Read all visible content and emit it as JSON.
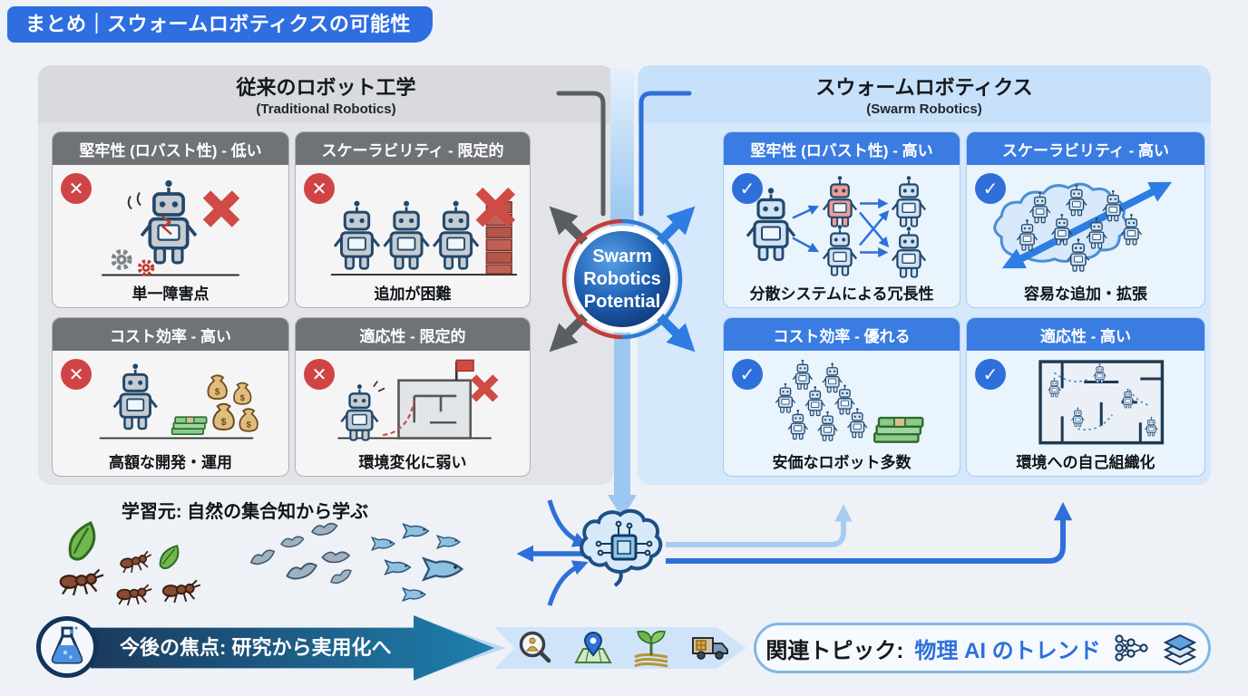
{
  "page_title": "まとめ｜スウォームロボティクスの可能性",
  "center_badge": {
    "lines": [
      "Swarm",
      "Robotics",
      "Potential"
    ]
  },
  "left_panel": {
    "title": "従来のロボット工学",
    "subtitle": "(Traditional Robotics)",
    "status_symbol": "✕",
    "cards": [
      {
        "header": "堅牢性 (ロバスト性) - 低い",
        "caption": "単一障害点",
        "icon": "broken-robot-icon"
      },
      {
        "header": "スケーラビリティ - 限定的",
        "caption": "追加が困難",
        "icon": "robot-line-wall-icon"
      },
      {
        "header": "コスト効率 - 高い",
        "caption": "高額な開発・運用",
        "icon": "robot-money-bags-icon"
      },
      {
        "header": "適応性 - 限定的",
        "caption": "環境変化に弱い",
        "icon": "robot-maze-blocked-icon"
      }
    ]
  },
  "right_panel": {
    "title": "スウォームロボティクス",
    "subtitle": "(Swarm Robotics)",
    "status_symbol": "✓",
    "cards": [
      {
        "header": "堅牢性 (ロバスト性) - 高い",
        "caption": "分散システムによる冗長性",
        "icon": "robot-network-icon"
      },
      {
        "header": "スケーラビリティ - 高い",
        "caption": "容易な追加・拡張",
        "icon": "robot-cloud-icon"
      },
      {
        "header": "コスト効率 - 優れる",
        "caption": "安価なロボット多数",
        "icon": "robot-swarm-cash-icon"
      },
      {
        "header": "適応性 - 高い",
        "caption": "環境への自己組織化",
        "icon": "robot-maze-selforganize-icon"
      }
    ]
  },
  "nature_section": {
    "title": "学習元: 自然の集合知から学ぶ",
    "icons": [
      "ant-colony-icon",
      "bird-flock-icon",
      "fish-school-icon"
    ]
  },
  "center_flow": {
    "hub_icon": "brain-chip-icon"
  },
  "bottom_bar": {
    "focus_icon": "flask-icon",
    "focus_banner": "今後の焦点: 研究から実用化へ",
    "application_icons": [
      "search-rescue-icon",
      "mapping-icon",
      "agriculture-icon",
      "logistics-icon"
    ],
    "related_topic_label": "関連トピック:",
    "related_topic_value": "物理 AI のトレンド",
    "related_topic_icons": [
      "neural-network-icon",
      "layers-icon"
    ]
  },
  "symbols": {
    "cross": "✕",
    "check": "✓",
    "dollar": "$"
  },
  "colors": {
    "accent_blue": "#2e6fd9",
    "header_blue": "#3b7ce2",
    "header_gray": "#6f7277",
    "cross_red": "#cf4545",
    "ring_red": "#c23d3f",
    "ring_blue": "#2f7cd1",
    "panel_left_bg": "#e2e4e7",
    "panel_right_bg": "#d6e8fb",
    "page_bg": "#eef1f6",
    "banner_dark": "#1b3a5c",
    "banner_teal": "#1f7fae",
    "circle_navy": "#123a7c"
  }
}
